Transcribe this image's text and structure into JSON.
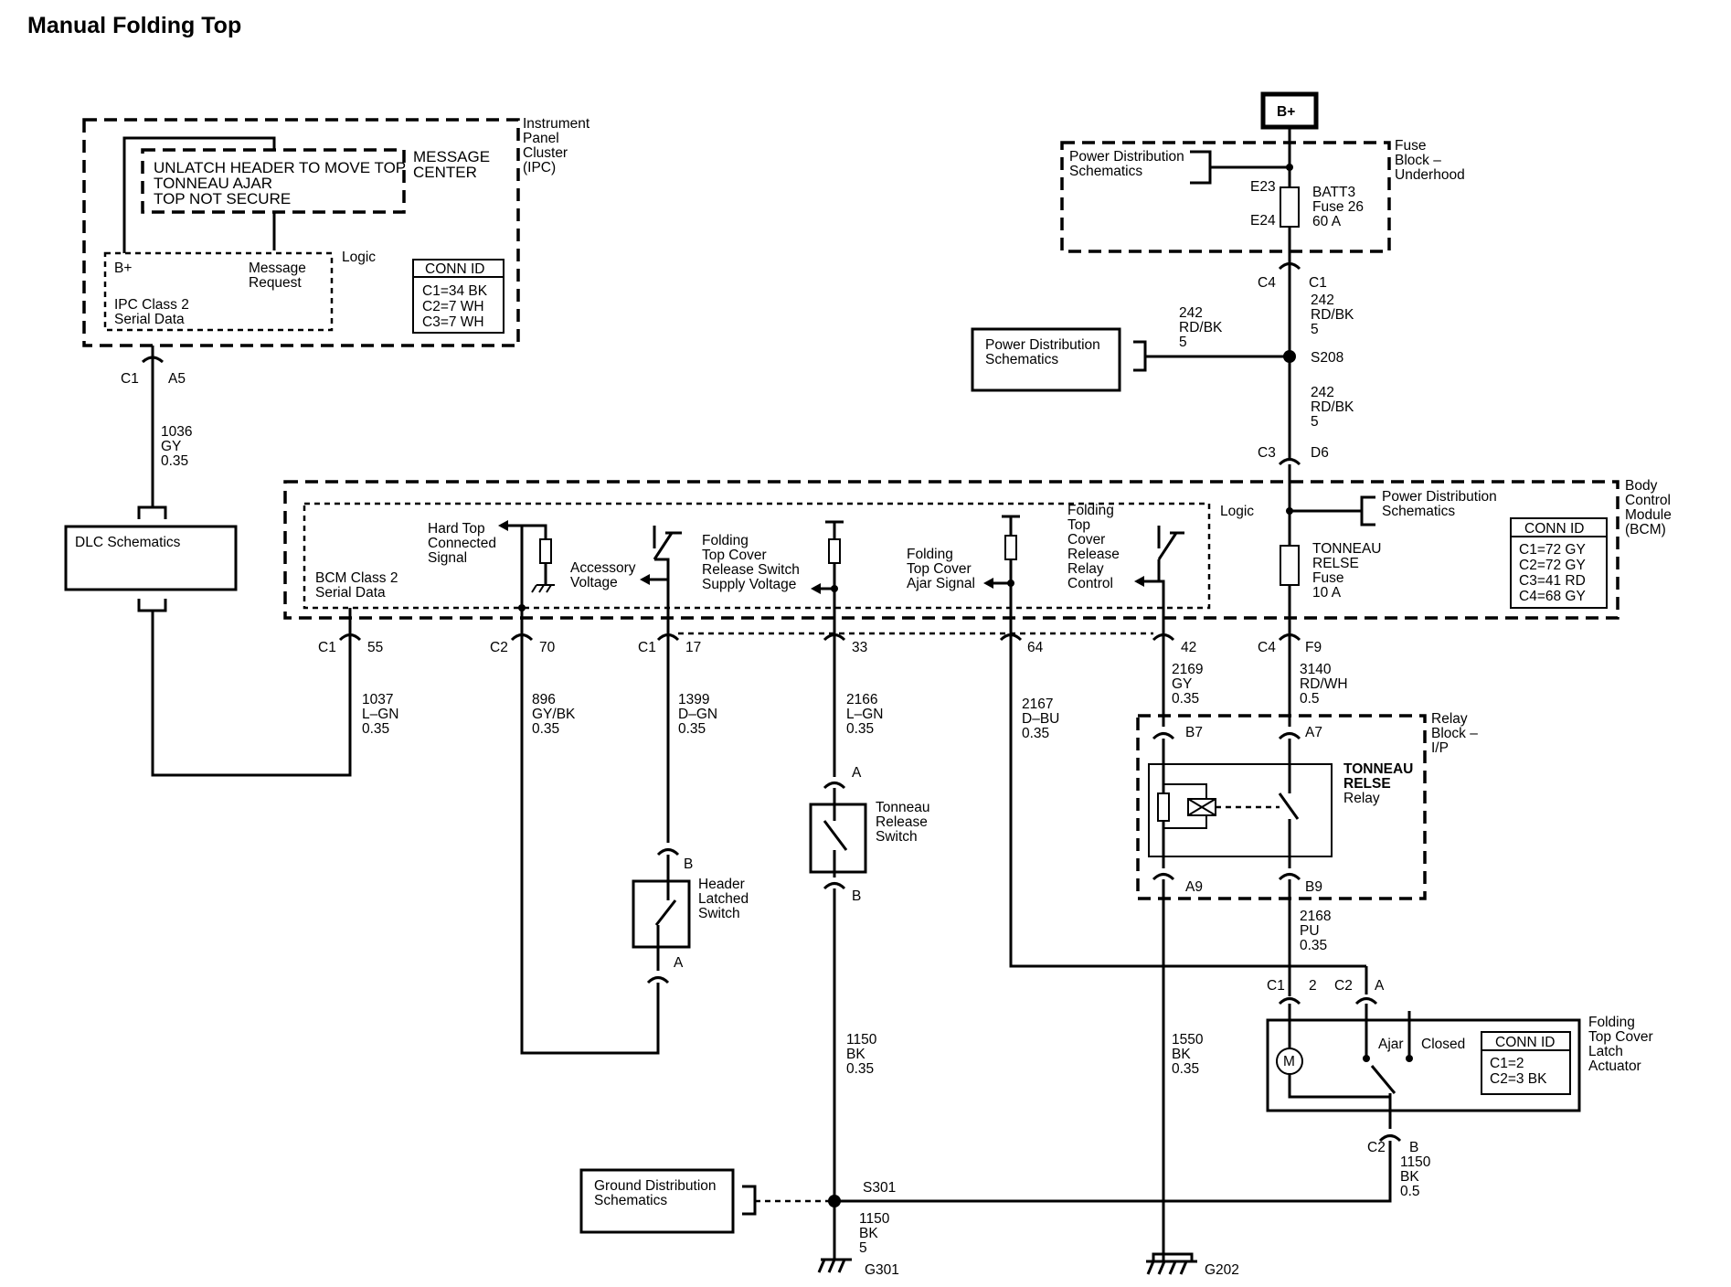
{
  "title": "Manual Folding Top",
  "ipc": {
    "module": [
      "Instrument",
      "Panel",
      "Cluster",
      "(IPC)"
    ],
    "messages": [
      "UNLATCH HEADER TO MOVE TOP",
      "TONNEAU AJAR",
      "TOP NOT SECURE"
    ],
    "message_center": [
      "MESSAGE",
      "CENTER"
    ],
    "logic": "Logic",
    "b_plus": "B+",
    "message_request": [
      "Message",
      "Request"
    ],
    "serial_data": [
      "IPC Class 2",
      "Serial Data"
    ],
    "conn_id": {
      "title": "CONN ID",
      "rows": [
        "C1=34 BK",
        "C2=7 WH",
        "C3=7 WH"
      ]
    },
    "connector": {
      "c": "C1",
      "pin": "A5"
    }
  },
  "dlc": {
    "label": "DLC Schematics",
    "wire": [
      "1036",
      "GY",
      "0.35"
    ]
  },
  "battery": "B+",
  "fuse_block": {
    "module": [
      "Fuse",
      "Block –",
      "Underhood"
    ],
    "pds": [
      "Power Distribution",
      "Schematics"
    ],
    "e23": "E23",
    "e24": "E24",
    "fuse": [
      "BATT3",
      "Fuse 26",
      "60 A"
    ],
    "connector": {
      "left": "C4",
      "right": "C1"
    }
  },
  "upper_wires": {
    "left": [
      "242",
      "RD/BK",
      "5"
    ],
    "right": [
      "242",
      "RD/BK",
      "5"
    ],
    "lower": [
      "242",
      "RD/BK",
      "5"
    ]
  },
  "pds_box": [
    "Power Distribution",
    "Schematics"
  ],
  "splice_s208": "S208",
  "bcm_top_connector": {
    "c": "C3",
    "pin": "D6"
  },
  "bcm": {
    "module": [
      "Body",
      "Control",
      "Module",
      "(BCM)"
    ],
    "logic": "Logic",
    "pds": [
      "Power Distribution",
      "Schematics"
    ],
    "fuse": [
      "TONNEAU",
      "RELSE",
      "Fuse",
      "10 A"
    ],
    "conn_id": {
      "title": "CONN ID",
      "rows": [
        "C1=72 GY",
        "C2=72 GY",
        "C3=41 RD",
        "C4=68 GY"
      ]
    },
    "serial": [
      "BCM Class 2",
      "Serial Data"
    ],
    "hard_top": [
      "Hard Top",
      "Connected",
      "Signal"
    ],
    "acc_voltage": [
      "Accessory",
      "Voltage"
    ],
    "supply_voltage": [
      "Folding",
      "Top Cover",
      "Release Switch",
      "Supply Voltage"
    ],
    "ajar_signal": [
      "Folding",
      "Top Cover",
      "Ajar Signal"
    ],
    "relay_control": [
      "Folding",
      "Top",
      "Cover",
      "Release",
      "Relay",
      "Control"
    ]
  },
  "bcm_pins": [
    {
      "c": "C1",
      "pin": "55"
    },
    {
      "c": "C2",
      "pin": "70"
    },
    {
      "c": "C1",
      "pin": "17"
    },
    {
      "c": "",
      "pin": "33"
    },
    {
      "c": "",
      "pin": "64"
    },
    {
      "c": "",
      "pin": "42"
    },
    {
      "c": "C4",
      "pin": "F9"
    }
  ],
  "wires": {
    "w1037": [
      "1037",
      "L–GN",
      "0.35"
    ],
    "w896": [
      "896",
      "GY/BK",
      "0.35"
    ],
    "w1399": [
      "1399",
      "D–GN",
      "0.35"
    ],
    "w2166": [
      "2166",
      "L–GN",
      "0.35"
    ],
    "w2167": [
      "2167",
      "D–BU",
      "0.35"
    ],
    "w2169": [
      "2169",
      "GY",
      "0.35"
    ],
    "w3140": [
      "3140",
      "RD/WH",
      "0.5"
    ],
    "w2168": [
      "2168",
      "PU",
      "0.35"
    ],
    "w1150a": [
      "1150",
      "BK",
      "0.35"
    ],
    "w1550": [
      "1550",
      "BK",
      "0.35"
    ],
    "w1150b": [
      "1150",
      "BK",
      "5"
    ],
    "w1150c": [
      "1150",
      "BK",
      "0.5"
    ]
  },
  "relay_block": {
    "module": [
      "Relay",
      "Block –",
      "I/P"
    ],
    "relay": [
      "TONNEAU",
      "RELSE",
      "Relay"
    ],
    "pins": {
      "b7": "B7",
      "a7": "A7",
      "a9": "A9",
      "b9": "B9"
    }
  },
  "tonneau_switch": {
    "label": [
      "Tonneau",
      "Release",
      "Switch"
    ],
    "pin_a": "A",
    "pin_b": "B"
  },
  "header_switch": {
    "label": [
      "Header",
      "Latched",
      "Switch"
    ],
    "pin_a": "A",
    "pin_b": "B"
  },
  "actuator": {
    "module": [
      "Folding",
      "Top Cover",
      "Latch",
      "Actuator"
    ],
    "motor": "M",
    "ajar": "Ajar",
    "closed": "Closed",
    "conn_id": {
      "title": "CONN ID",
      "rows": [
        "C1=2",
        "C2=3 BK"
      ]
    },
    "pins": {
      "c1": "C1",
      "p2": "2",
      "c2": "C2",
      "pa": "A",
      "c2b": "C2",
      "pb": "B"
    }
  },
  "ground": {
    "gds": [
      "Ground Distribution",
      "Schematics"
    ],
    "s301": "S301",
    "g301": "G301",
    "g202": "G202"
  }
}
